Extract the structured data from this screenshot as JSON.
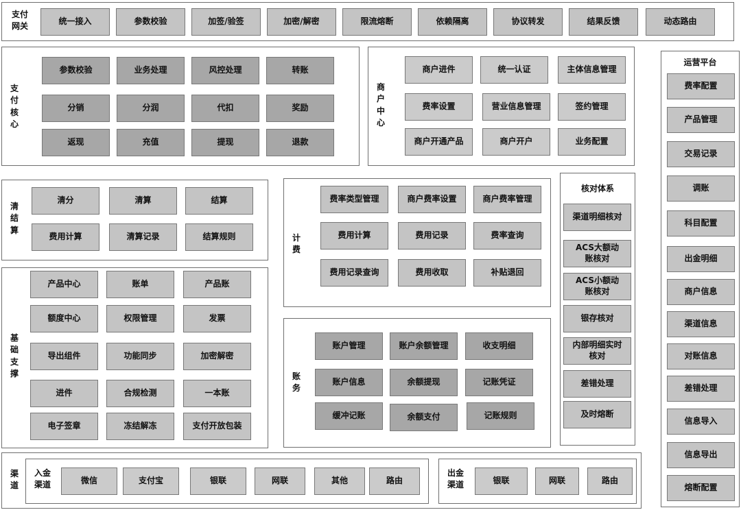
{
  "gateway": {
    "title": "支付\n网关",
    "items": [
      "统一接入",
      "参数校验",
      "加签/验签",
      "加密/解密",
      "限流熔断",
      "依赖隔离",
      "协议转发",
      "结果反馈",
      "动态路由"
    ]
  },
  "core": {
    "title": "支付核心",
    "items": [
      "参数校验",
      "业务处理",
      "风控处理",
      "转账",
      "分销",
      "分润",
      "代扣",
      "奖励",
      "返现",
      "充值",
      "提现",
      "退款"
    ]
  },
  "merchant": {
    "title": "商户中心",
    "items": [
      "商户进件",
      "统一认证",
      "主体信息管理",
      "费率设置",
      "营业信息管理",
      "签约管理",
      "商户开通产品",
      "商户开户",
      "业务配置"
    ]
  },
  "ops": {
    "title": "运营平台",
    "items": [
      "费率配置",
      "产品管理",
      "交易记录",
      "调账",
      "科目配置",
      "出金明细",
      "商户信息",
      "渠道信息",
      "对账信息",
      "差错处理",
      "信息导入",
      "信息导出",
      "熔断配置"
    ]
  },
  "settlement": {
    "title": "清结算",
    "items": [
      "清分",
      "清算",
      "结算",
      "费用计算",
      "清算记录",
      "结算规则"
    ]
  },
  "billing": {
    "title": "计费",
    "items": [
      "费率类型管理",
      "商户费率设置",
      "商户费率管理",
      "费用计算",
      "费用记录",
      "费率查询",
      "费用记录查询",
      "费用收取",
      "补贴退回"
    ]
  },
  "recon": {
    "title": "核对体系",
    "items": [
      "渠道明细核对",
      "ACS大额动账核对",
      "ACS小额动账核对",
      "银存核对",
      "内部明细实时核对",
      "差错处理",
      "及时熔断"
    ]
  },
  "base": {
    "title": "基础支撑",
    "items": [
      "产品中心",
      "账单",
      "产品账",
      "额度中心",
      "权限管理",
      "发票",
      "导出组件",
      "功能同步",
      "加密解密",
      "进件",
      "合规检测",
      "一本账",
      "电子签章",
      "冻结解冻",
      "支付开放包装"
    ]
  },
  "account": {
    "title": "账务",
    "items": [
      "账户管理",
      "账户余额管理",
      "收支明细",
      "账户信息",
      "余额提现",
      "记账凭证",
      "缓冲记账",
      "余额支付",
      "记账规则"
    ]
  },
  "channel": {
    "title": "渠道",
    "in_title": "入金\n渠道",
    "in_items": [
      "微信",
      "支付宝",
      "银联",
      "网联",
      "其他",
      "路由"
    ],
    "out_title": "出金\n渠道",
    "out_items": [
      "银联",
      "网联",
      "路由"
    ]
  }
}
